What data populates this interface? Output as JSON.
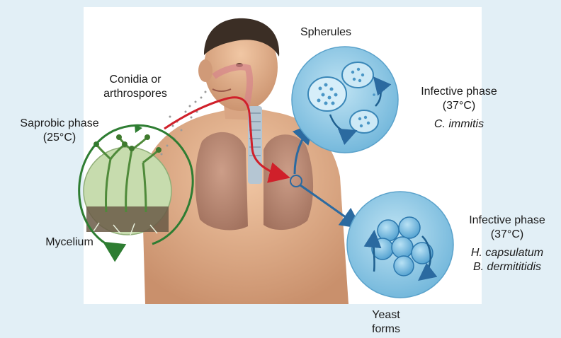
{
  "theme": {
    "background": "#e2eff6",
    "saprobic_cycle_color": "#2e7d32",
    "inhalation_path_color": "#d0202a",
    "dissemination_path_color": "#2b6aa0",
    "sphere_fill": "#8ccbe8",
    "mold_disc_fill": "#c7dcae"
  },
  "labels": {
    "conidia_line1": "Conidia or",
    "conidia_line2": "arthrospores",
    "spherules": "Spherules",
    "saprobic_line1": "Saprobic phase",
    "saprobic_line2": "(25°C)",
    "mycelium": "Mycelium",
    "infective1_line1": "Infective phase",
    "infective1_line2": "(37°C)",
    "infective1_species": "C. immitis",
    "infective2_line1": "Infective phase",
    "infective2_line2": "(37°C)",
    "infective2_species1": "H. capsulatum",
    "infective2_species2": "B. dermititidis",
    "yeast_line1": "Yeast",
    "yeast_line2": "forms"
  },
  "icons": {
    "person": "human-torso-lungs-icon",
    "mold": "mycelium-conidiophore-icon",
    "spherule": "spherule-icon",
    "yeast": "yeast-cell-icon"
  }
}
